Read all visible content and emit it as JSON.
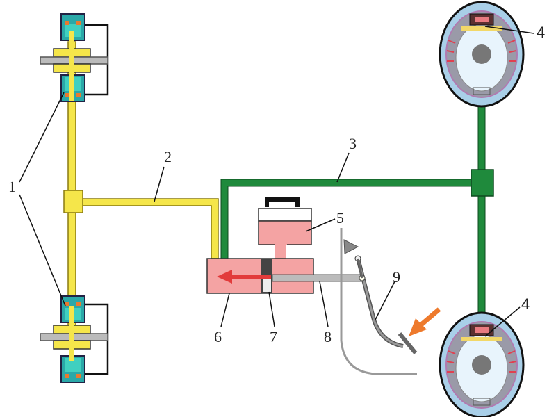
{
  "labels": {
    "l1": "1",
    "l2": "2",
    "l3": "3",
    "l4a": "4",
    "l4b": "4",
    "l5": "5",
    "l6": "6",
    "l7": "7",
    "l8": "8",
    "l9": "9"
  },
  "colors": {
    "front_line": "#f5e64a",
    "rear_line": "#1f8a3c",
    "fluid": "#f4a3a3",
    "caliper": "#2aa8a8",
    "drum": "#a9cfe8",
    "pedal": "#888888",
    "force_arrow": "#ee7a2c",
    "flow_arrow": "#e23b3b"
  },
  "icons": {
    "pedal_force": "arrow-icon",
    "fluid_flow": "arrow-icon"
  }
}
